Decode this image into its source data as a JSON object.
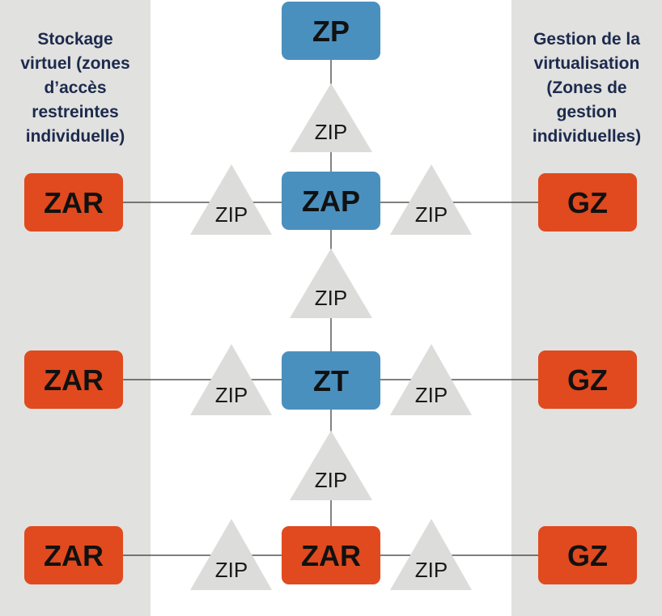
{
  "left_panel": {
    "title": "Stockage\nvirtuel (zones\nd’accès\nrestreintes\nindividuelle)"
  },
  "right_panel": {
    "title": "Gestion de la\nvirtualisation\n(Zones de\ngestion\nindividuelles)"
  },
  "center": {
    "zp": "ZP",
    "zap": "ZAP",
    "zt": "ZT",
    "zar": "ZAR"
  },
  "left_boxes": [
    "ZAR",
    "ZAR",
    "ZAR"
  ],
  "right_boxes": [
    "GZ",
    "GZ",
    "GZ"
  ],
  "zip_label": "ZIP",
  "colors": {
    "blue": "#4a90be",
    "orange": "#e04a1e",
    "triangle": "#dcdcda",
    "panel": "#e1e1df",
    "title": "#1c2a4d",
    "line": "#333333"
  }
}
